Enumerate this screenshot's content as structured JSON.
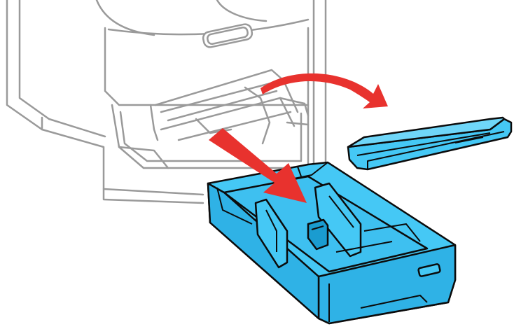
{
  "illustration": {
    "colors": {
      "printer_fill": "#ffffff",
      "printer_line": "#9a9a9a",
      "tray_fill": "#45c8f5",
      "tray_shade": "#2fb2e6",
      "tray_line": "#0b0b0b",
      "arrow": "#e8322e"
    },
    "icons": [
      "printer-body",
      "paper-cassette",
      "cassette-cover",
      "pull-arrow",
      "remove-cover-arrow"
    ]
  }
}
